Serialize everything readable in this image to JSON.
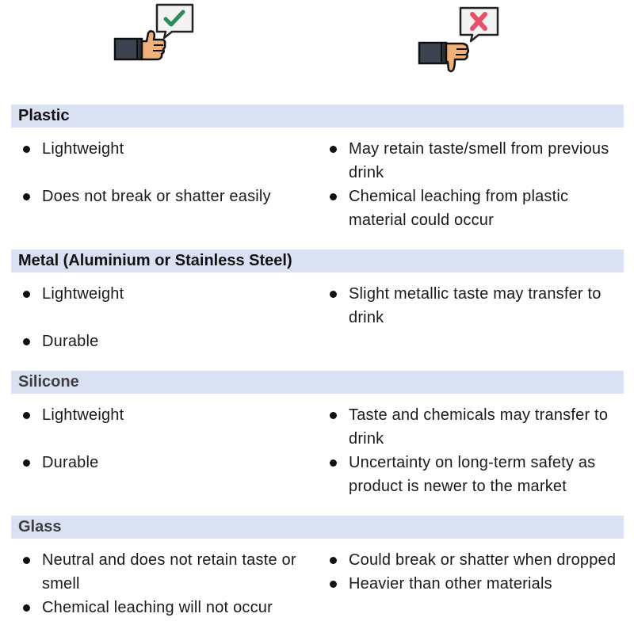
{
  "icons": {
    "pros": "thumbs-up-checkmark-icon",
    "cons": "thumbs-down-cross-icon"
  },
  "colors": {
    "header_bg": "#d9e1f2",
    "check": "#2e8b57",
    "cross": "#e8506a",
    "skin": "#f0b07a",
    "sleeve": "#3c4452"
  },
  "sections": [
    {
      "title": "Plastic",
      "pros": [
        "Lightweight",
        "Does not break or shatter easily"
      ],
      "cons": [
        "May retain taste/smell from previous drink",
        "Chemical leaching from plastic material could occur"
      ]
    },
    {
      "title": "Metal (Aluminium or Stainless Steel)",
      "pros": [
        "Lightweight",
        "Durable"
      ],
      "cons": [
        "Slight metallic taste may transfer to drink"
      ]
    },
    {
      "title": "Silicone",
      "pros": [
        "Lightweight",
        "Durable"
      ],
      "cons": [
        "Taste and chemicals may transfer to drink",
        "Uncertainty on long-term safety as product is newer to the market"
      ]
    },
    {
      "title": "Glass",
      "pros": [
        "Neutral and does not retain taste or smell",
        "Chemical leaching will not occur"
      ],
      "cons": [
        "Could break or shatter when dropped",
        "Heavier than other materials"
      ]
    }
  ]
}
